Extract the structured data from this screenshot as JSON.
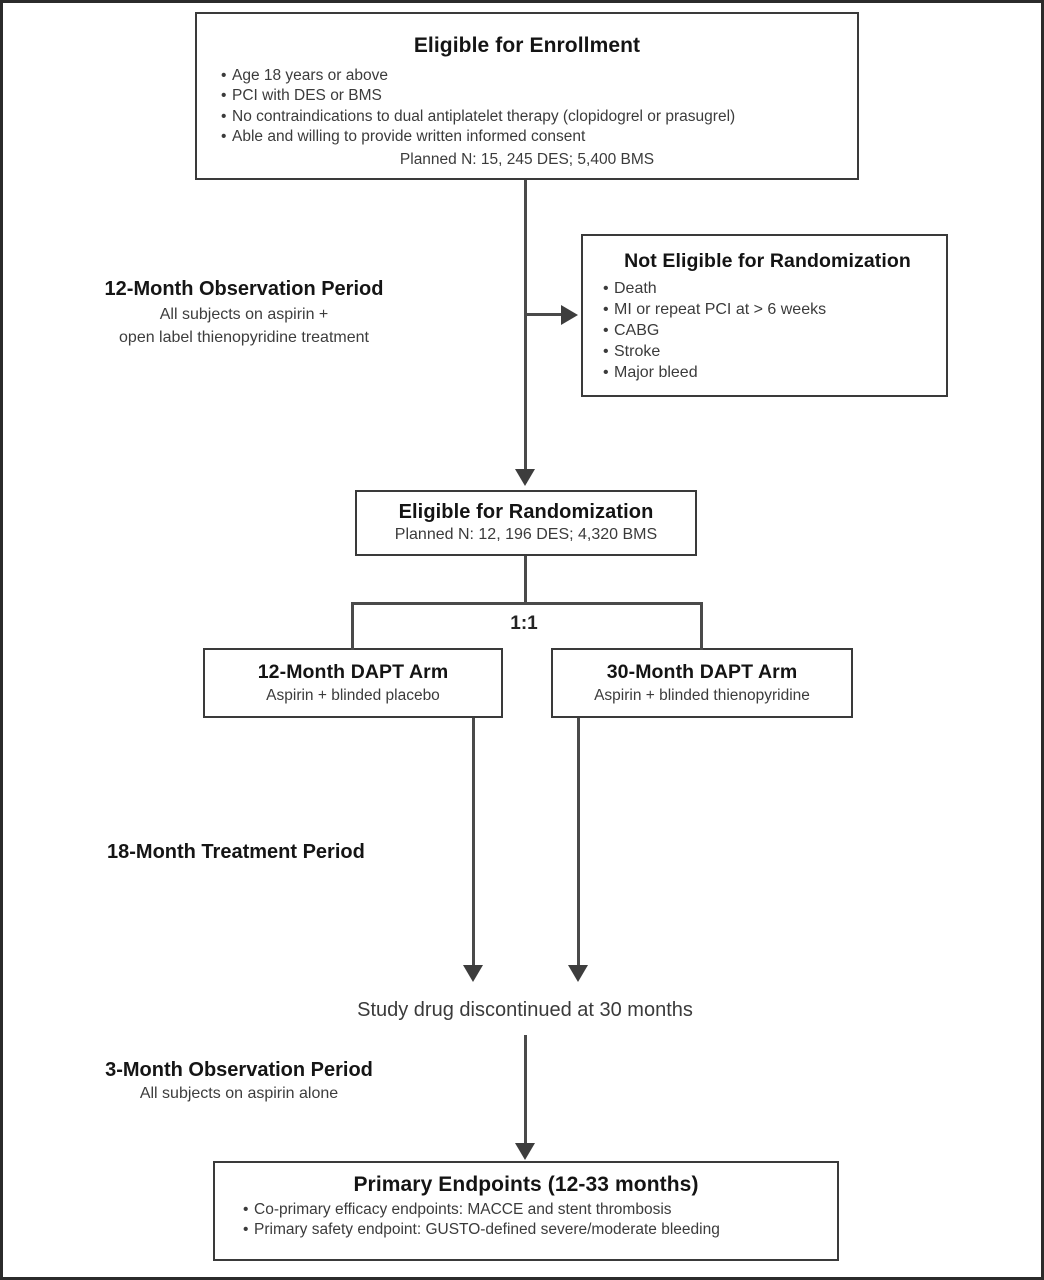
{
  "figure": {
    "kind": "study-design-flowchart",
    "colors": {
      "frame": "#2b2b2b",
      "box_border": "#3a3a3a",
      "connector": "#4a4a4a",
      "text": "#1d1d1d"
    }
  },
  "nodes": {
    "enrollment": {
      "title": "Eligible for Enrollment",
      "bullets": [
        "Age 18 years or above",
        "PCI with DES or BMS",
        "No contraindications to dual antiplatelet therapy (clopidogrel or prasugrel)",
        "Able and willing to provide written informed consent"
      ],
      "footer": "Planned N: 15, 245 DES; 5,400 BMS"
    },
    "not_eligible": {
      "title": "Not Eligible for Randomization",
      "bullets": [
        "Death",
        "MI or repeat PCI at > 6 weeks",
        "CABG",
        "Stroke",
        "Major bleed"
      ]
    },
    "eligible_randomization": {
      "title": "Eligible for Randomization",
      "subtitle": "Planned N: 12, 196 DES; 4,320 BMS"
    },
    "arm_12": {
      "title": "12-Month DAPT Arm",
      "subtitle": "Aspirin + blinded placebo"
    },
    "arm_30": {
      "title": "30-Month DAPT Arm",
      "subtitle": "Aspirin + blinded thienopyridine"
    },
    "endpoints": {
      "title": "Primary Endpoints (12-33 months)",
      "bullets": [
        "Co-primary efficacy endpoints: MACCE and stent thrombosis",
        "Primary safety endpoint: GUSTO-defined severe/moderate bleeding"
      ]
    }
  },
  "annotations": {
    "observation_12": {
      "header": "12-Month Observation Period",
      "line1": "All subjects on aspirin +",
      "line2": "open label thienopyridine treatment"
    },
    "treatment_18": {
      "header": "18-Month Treatment Period"
    },
    "discontinued": {
      "text": "Study drug discontinued at 30 months"
    },
    "observation_3": {
      "header": "3-Month Observation Period",
      "line1": "All subjects on aspirin alone"
    },
    "randomization_ratio": "1:1"
  }
}
